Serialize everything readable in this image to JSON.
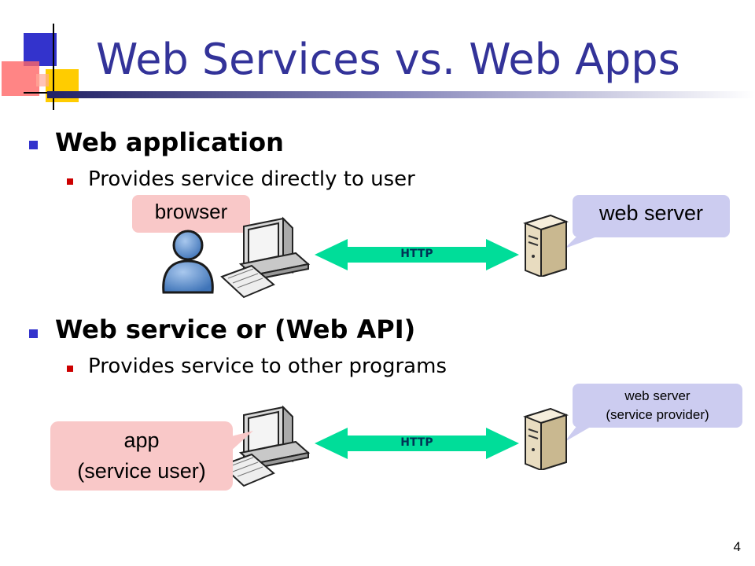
{
  "slide": {
    "title": "Web Services vs. Web Apps",
    "page_number": "4",
    "accent_colors": {
      "title": "#333399",
      "bullet": "#3333cc",
      "sub_bullet": "#cc0000",
      "pink_callout": "#f9c8c8",
      "blue_callout": "#ccccf0",
      "arrow": "#00dd99"
    }
  },
  "sections": [
    {
      "heading": "Web application",
      "subpoint": "Provides service directly to user",
      "client_label": "browser",
      "server_label": "web server",
      "protocol": "HTTP",
      "icons": [
        "user-icon",
        "desktop-computer-icon",
        "server-icon"
      ]
    },
    {
      "heading": "Web service or (Web API)",
      "subpoint": "Provides service to other programs",
      "client_label_line1": "app",
      "client_label_line2": "(service user)",
      "server_label_line1": "web server",
      "server_label_line2": "(service provider)",
      "protocol": "HTTP",
      "icons": [
        "desktop-computer-icon",
        "server-icon"
      ]
    }
  ]
}
